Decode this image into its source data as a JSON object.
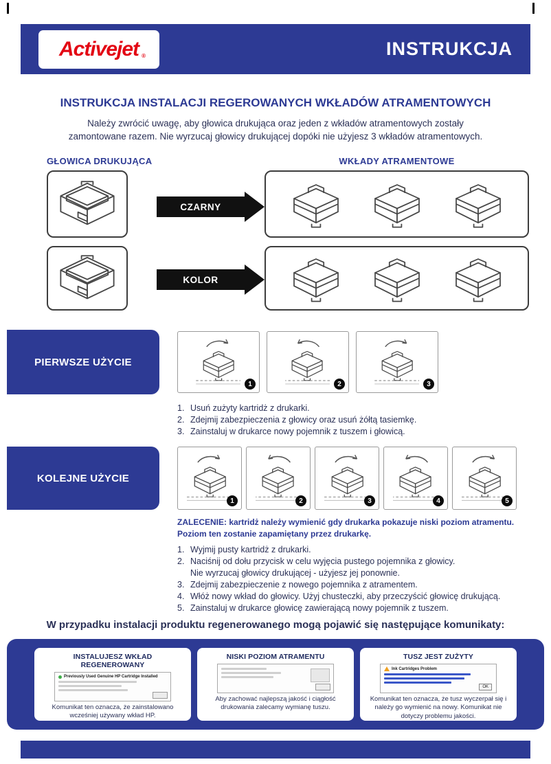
{
  "colors": {
    "accent": "#2d3a94",
    "navy": "#2b3157",
    "red": "#e30613",
    "black": "#111111"
  },
  "header": {
    "logo": "Activejet",
    "logo_reg": "®",
    "title": "INSTRUKCJA"
  },
  "intro": {
    "heading": "INSTRUKCJA INSTALACJI REGEROWANYCH WKŁADÓW ATRAMENTOWYCH",
    "paragraph": "Należy zwrócić uwagę, aby głowica drukująca oraz jeden z wkładów atramentowych zostały zamontowane razem. Nie wyrzucaj głowicy drukującej dopóki nie użyjesz 3 wkładów atramentowych."
  },
  "diagram": {
    "left_label": "GŁOWICA DRUKUJĄCA",
    "right_label": "WKŁADY ATRAMENTOWE",
    "row1_arrow": "CZARNY",
    "row2_arrow": "KOLOR"
  },
  "first_use": {
    "title": "PIERWSZE UŻYCIE",
    "badges": [
      "1",
      "2",
      "3"
    ],
    "steps": [
      {
        "num": "1.",
        "text": "Usuń zużyty kartridż z drukarki."
      },
      {
        "num": "2.",
        "text": "Zdejmij zabezpieczenia z głowicy oraz usuń żółtą tasiemkę."
      },
      {
        "num": "3.",
        "text": "Zainstaluj w drukarce nowy pojemnik z tuszem i głowicą."
      }
    ]
  },
  "next_use": {
    "title": "KOLEJNE UŻYCIE",
    "badges": [
      "1",
      "2",
      "3",
      "4",
      "5"
    ],
    "notice_line1": "ZALECENIE: kartridż należy wymienić gdy drukarka pokazuje niski poziom atramentu.",
    "notice_line2": "Poziom ten zostanie zapamiętany przez drukarkę.",
    "steps": [
      {
        "num": "1.",
        "text": "Wyjmij pusty kartridż z drukarki."
      },
      {
        "num": "2.",
        "text": "Naciśnij od dołu przycisk w celu wyjęcia pustego pojemnika z głowicy.",
        "note": "Nie wyrzucaj głowicy drukującej - użyjesz jej ponownie."
      },
      {
        "num": "3.",
        "text": "Zdejmij zabezpieczenie z nowego pojemnika z atramentem."
      },
      {
        "num": "4.",
        "text": "Włóż nowy wkład do głowicy. Użyj chusteczki, aby przeczyścić głowicę drukującą."
      },
      {
        "num": "5.",
        "text": "Zainstaluj w drukarce głowicę zawierającą nowy pojemnik z tuszem."
      }
    ]
  },
  "messages": {
    "heading": "W przypadku instalacji produktu regenerowanego mogą pojawić się następujące komunikaty:",
    "cards": [
      {
        "title": "INSTALUJESZ WKŁAD REGENEROWANY",
        "dialog_line": "Previously Used Genuine HP Cartridge Installed",
        "caption": "Komunikat ten oznacza, że zainstalowano wcześniej używany wkład HP."
      },
      {
        "title": "NISKI POZIOM ATRAMENTU",
        "caption": "Aby zachować najlepszą jakość i ciągłość drukowania zalecamy wymianę tuszu."
      },
      {
        "title": "TUSZ JEST ZUŻYTY",
        "dialog_title": "Ink Cartridges Problem",
        "dialog_button": "OK",
        "caption": "Komunikat ten oznacza, że tusz wyczerpał się i należy go wymienić na nowy. Komunikat nie dotyczy problemu jakości."
      }
    ]
  }
}
